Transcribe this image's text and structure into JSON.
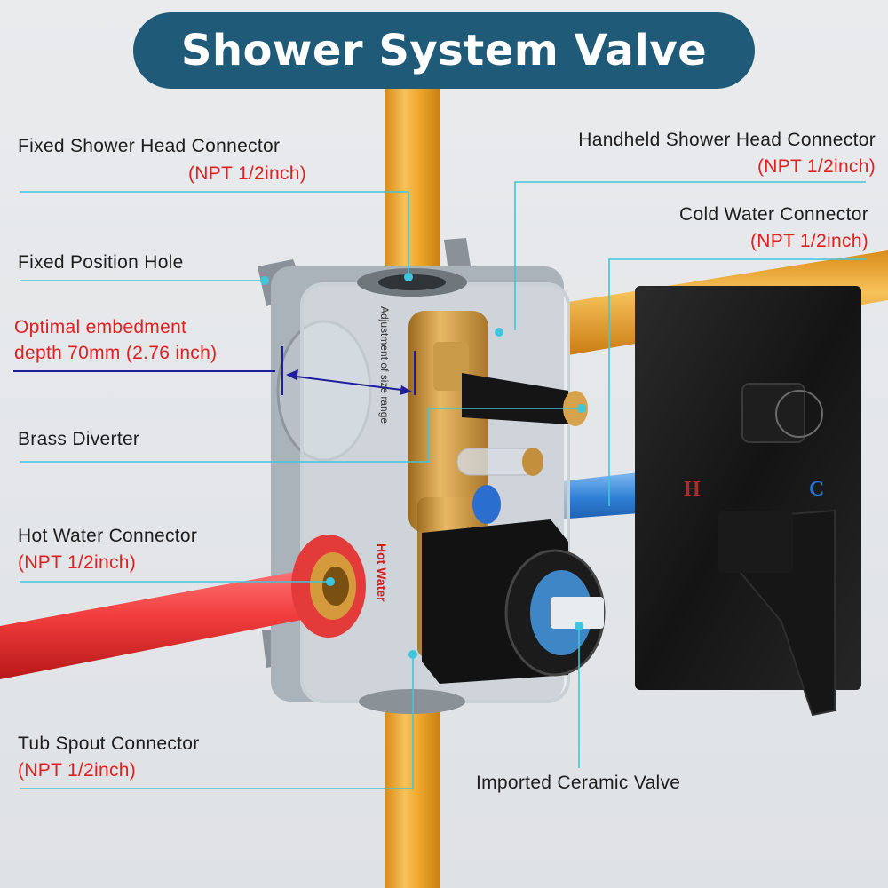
{
  "title": "Shower System Valve",
  "labels": {
    "fixed_head": "Fixed Shower Head Connector",
    "fixed_head_spec": "(NPT 1/2inch)",
    "handheld_head": "Handheld Shower Head Connector",
    "handheld_head_spec": "(NPT 1/2inch)",
    "cold_water": "Cold Water Connector",
    "cold_water_spec": "(NPT 1/2inch)",
    "fixed_hole": "Fixed Position Hole",
    "embed_line1": "Optimal embedment",
    "embed_line2": "depth 70mm  (2.76 inch)",
    "brass_diverter": "Brass Diverter",
    "hot_water": "Hot Water Connector",
    "hot_water_spec": "(NPT 1/2inch)",
    "tub_spout": "Tub Spout Connector",
    "tub_spout_spec": "(NPT 1/2inch)",
    "ceramic_valve": "Imported Ceramic Valve"
  },
  "box_text": {
    "adjustment": "Adjustment of size range",
    "hot_water_arrow": "Hot Water"
  },
  "plate_marks": {
    "hot": "H",
    "cold": "C"
  },
  "colors": {
    "title_bg": "#1f5a78",
    "spec_red": "#e02020",
    "callout_line": "#3fc6dc",
    "hot_pipe": "#e63535",
    "cold_pipe": "#2f7fd6",
    "main_pipe": "#f0a92c",
    "plate": "#1a1a1a"
  }
}
